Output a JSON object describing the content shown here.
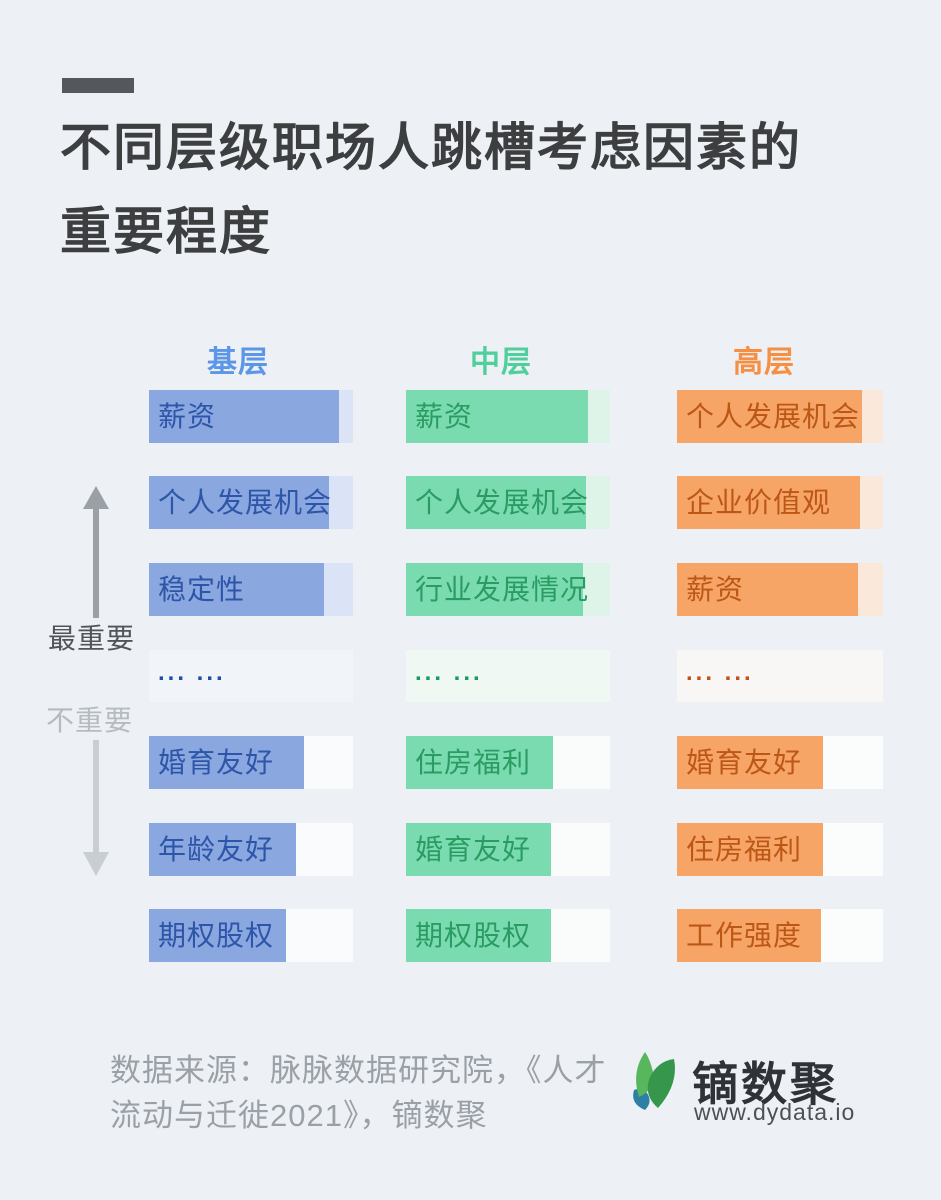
{
  "page": {
    "background": "#edf1f5"
  },
  "title": {
    "line1": "不同层级职场人跳槽考虑因素的",
    "line2": "重要程度"
  },
  "axis": {
    "top_label": "最重要",
    "bottom_label": "不重要",
    "up_arrow_color": "#9aa0a5",
    "down_arrow_color": "#c9ced3"
  },
  "chart_data": {
    "type": "bar",
    "subtype": "ranked-horizontal-bars-3-columns",
    "note": "Each column ranks job-change factors from most important (top) to least important (bottom); bar length encodes importance. The '... ...' row marks omitted middle ranks.",
    "columns": [
      {
        "label": "基层",
        "colors": {
          "header": "#5b96e8",
          "fill": "#8ba7e0",
          "text": "#2d55a8",
          "dots": "#1e4fa3",
          "tint": "#dbe4f6",
          "faint": "#f1f5fa",
          "white": "#fafbfc"
        },
        "items": [
          {
            "label": "薪资",
            "pct": 93,
            "track": "tint"
          },
          {
            "label": "个人发展机会",
            "pct": 88,
            "track": "tint"
          },
          {
            "label": "稳定性",
            "pct": 86,
            "track": "tint"
          },
          {
            "label": "... ...",
            "pct": 0,
            "track": "faint",
            "dots": true
          },
          {
            "label": "婚育友好",
            "pct": 76,
            "track": "white"
          },
          {
            "label": "年龄友好",
            "pct": 72,
            "track": "white"
          },
          {
            "label": "期权股权",
            "pct": 67,
            "track": "white"
          }
        ]
      },
      {
        "label": "中层",
        "colors": {
          "header": "#4ecf9b",
          "fill": "#7bdbb0",
          "text": "#2a9c63",
          "dots": "#1a9a60",
          "tint": "#def4e9",
          "faint": "#f0f8f4",
          "white": "#fafcfc"
        },
        "items": [
          {
            "label": "薪资",
            "pct": 89,
            "track": "tint"
          },
          {
            "label": "个人发展机会",
            "pct": 88,
            "track": "tint"
          },
          {
            "label": "行业发展情况",
            "pct": 87,
            "track": "tint"
          },
          {
            "label": "... ...",
            "pct": 0,
            "track": "faint",
            "dots": true
          },
          {
            "label": "住房福利",
            "pct": 72,
            "track": "white"
          },
          {
            "label": "婚育友好",
            "pct": 71,
            "track": "white"
          },
          {
            "label": "期权股权",
            "pct": 71,
            "track": "white"
          }
        ]
      },
      {
        "label": "高层",
        "colors": {
          "header": "#f78f42",
          "fill": "#f6a567",
          "text": "#bc5716",
          "dots": "#c2511a",
          "tint": "#fae8db",
          "faint": "#f8f7f5",
          "white": "#fbfcfc"
        },
        "items": [
          {
            "label": "个人发展机会",
            "pct": 90,
            "track": "tint"
          },
          {
            "label": "企业价值观",
            "pct": 89,
            "track": "tint"
          },
          {
            "label": "薪资",
            "pct": 88,
            "track": "tint"
          },
          {
            "label": "... ...",
            "pct": 0,
            "track": "faint",
            "dots": true
          },
          {
            "label": "婚育友好",
            "pct": 71,
            "track": "white"
          },
          {
            "label": "住房福利",
            "pct": 71,
            "track": "white"
          },
          {
            "label": "工作强度",
            "pct": 70,
            "track": "white"
          }
        ]
      }
    ]
  },
  "footer": {
    "source_line1": "数据来源：脉脉数据研究院，《人才",
    "source_line2": "流动与迁徙2021》，镝数聚",
    "logo_text": "镝数聚",
    "logo_url": "www.dydata.io"
  }
}
